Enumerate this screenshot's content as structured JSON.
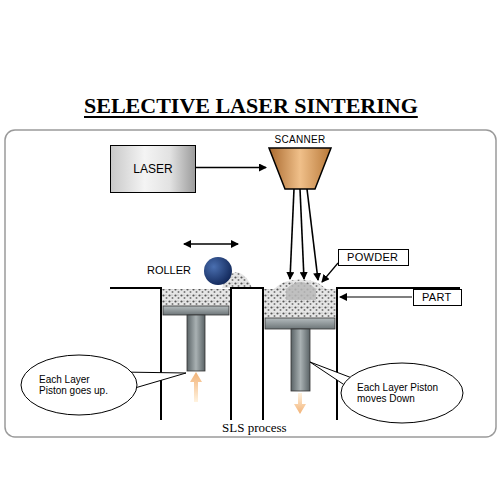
{
  "diagram": {
    "title": "SELECTIVE LASER SINTERING",
    "caption": "SLS process",
    "nodes": [
      {
        "text": [
          "LASER"
        ]
      },
      {
        "text": [
          "SCANNER"
        ]
      },
      {
        "text": [
          "POWDER"
        ]
      },
      {
        "text": [
          "PART"
        ]
      },
      {
        "text": [
          "Each Layer Piston goes up."
        ]
      },
      {
        "text": [
          "Each Layer Piston moves Down"
        ]
      }
    ],
    "edges": [
      {
        "from": 0,
        "to": 1,
        "arrow": "to"
      }
    ],
    "labels": [
      "ROLLER"
    ]
  }
}
